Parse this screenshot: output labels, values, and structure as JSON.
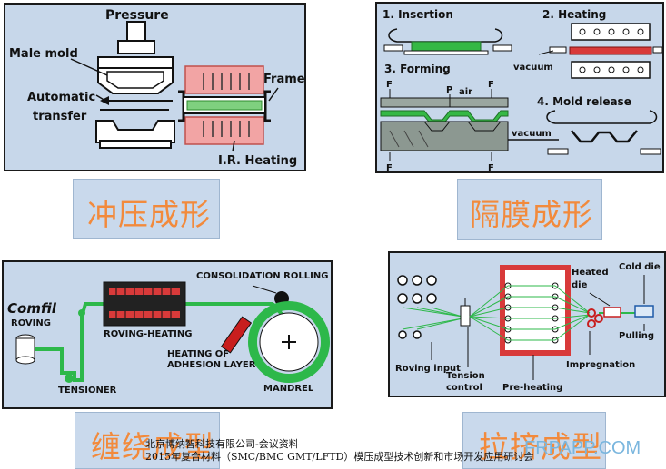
{
  "panels": {
    "stamping": {
      "labels": {
        "pressure": "Pressure",
        "male_mold": "Male mold",
        "automatic": "Automatic",
        "transfer": "transfer",
        "frame": "Frame",
        "ir_heating": "I.R. Heating"
      },
      "caption": "冲压成形"
    },
    "diaphragm": {
      "labels": {
        "insertion": "1. Insertion",
        "heating": "2. Heating",
        "forming": "3. Forming",
        "mold_release": "4. Mold release",
        "vacuum_a": "vacuum",
        "vacuum_b": "vacuum",
        "p": "P",
        "air": "air",
        "f1": "F",
        "f2": "F",
        "f3": "F",
        "f4": "F"
      },
      "caption": "隔膜成形"
    },
    "filament": {
      "labels": {
        "brand": "Comfil",
        "roving": "ROVING",
        "roving_heating": "ROVING-HEATING",
        "consolidation": "CONSOLIDATION ROLLING",
        "heating_of": "HEATING OF",
        "adhesion_layer": "ADHESION LAYER",
        "tensioner": "TENSIONER",
        "mandrel": "MANDREL"
      },
      "caption": "缠绕成型"
    },
    "pultrusion": {
      "labels": {
        "heated": "Heated",
        "die": "die",
        "cold_die": "Cold die",
        "pulling": "Pulling",
        "impregnation": "Impregnation",
        "roving_input": "Roving input",
        "tension": "Tension",
        "control": "control",
        "pre_heating": "Pre-heating"
      },
      "caption": "拉挤成型"
    }
  },
  "footer": {
    "line1": "北京博纳智科技有限公司-会议资料",
    "line2": "2015年复合材料（SMC/BMC GMT/LFTD）模压成型技术创新和市场开发应用研讨会"
  },
  "watermark": "FRPAPP.COM",
  "colors": {
    "panel_bg": "#c7d7ea",
    "caption_box": "#c9d9ec",
    "caption_text": "#f28a3c",
    "heater": "#f2a4a4",
    "laminate": "#7fd07f",
    "green_fiber": "#2db84a",
    "red_heater": "#c81e1e"
  }
}
